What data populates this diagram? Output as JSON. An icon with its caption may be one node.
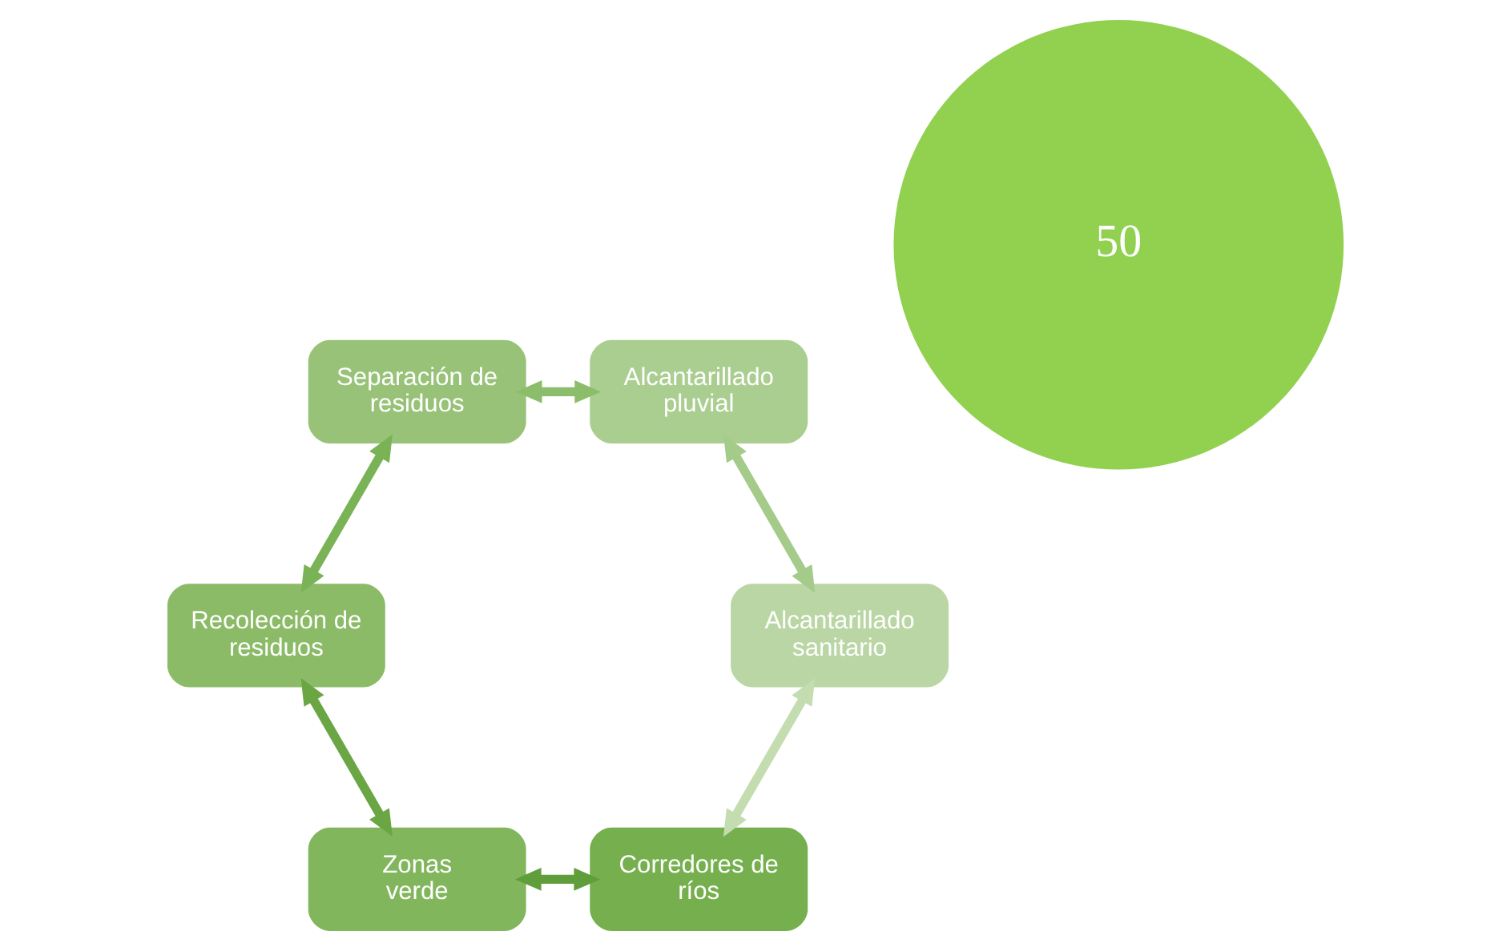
{
  "diagram": {
    "nodes": [
      {
        "text": [
          "50"
        ]
      },
      {
        "text": [
          "Corredores de ríos"
        ]
      },
      {
        "text": [
          "Zonas verde"
        ]
      },
      {
        "text": [
          "Recolección de residuos"
        ]
      },
      {
        "text": [
          "Separación de residuos"
        ]
      },
      {
        "text": [
          "Alcantarillado pluvial"
        ]
      },
      {
        "text": [
          "Alcantarillado sanitario"
        ]
      }
    ],
    "edges": [
      {
        "from": 1,
        "to": 2,
        "arrow": "both",
        "color": "#5f9e3a"
      },
      {
        "from": 2,
        "to": 3,
        "arrow": "both",
        "color": "#6aa644"
      },
      {
        "from": 3,
        "to": 4,
        "arrow": "both",
        "color": "#7ab356"
      },
      {
        "from": 4,
        "to": 5,
        "arrow": "both",
        "color": "#8bbd6a"
      },
      {
        "from": 5,
        "to": 6,
        "arrow": "both",
        "color": "#a4cb8a"
      },
      {
        "from": 6,
        "to": 1,
        "arrow": "both",
        "color": "#c3dcb0"
      }
    ]
  }
}
